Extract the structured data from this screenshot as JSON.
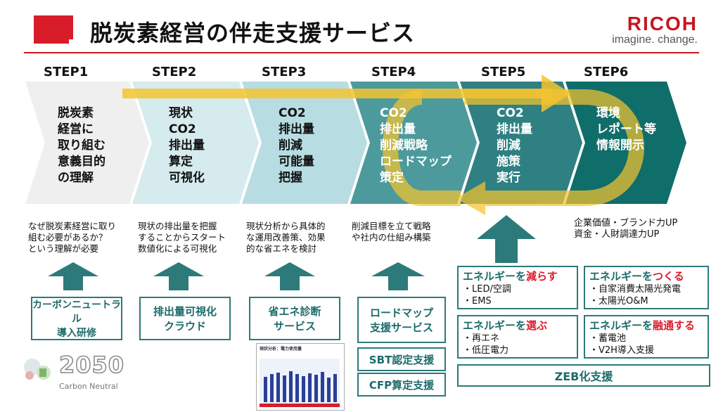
{
  "header": {
    "title": "脱炭素経営の伴走支援サービス",
    "logo_word": "RICOH",
    "logo_tagline": "imagine. change."
  },
  "steps": [
    {
      "label": "STEP1",
      "chevron_text": "脱炭素\n経営に\n取り組む\n意義目的\nの理解",
      "description": "なぜ脱炭素経営に取り\n組む必要があるか？\nという理解が必要",
      "service": "カーボンニュートラル\n導入研修"
    },
    {
      "label": "STEP2",
      "chevron_text": "現状\nCO2\n排出量\n算定\n可視化",
      "description": "現状の排出量を把握\nすることからスタート\n数値化による可視化",
      "service": "排出量可視化\nクラウド"
    },
    {
      "label": "STEP3",
      "chevron_text": "CO2\n排出量\n削減\n可能量\n把握",
      "description": "現状分析から具体的\nな運用改善策、効果\n的な省エネを検討",
      "service": "省エネ診断\nサービス"
    },
    {
      "label": "STEP4",
      "chevron_text": "CO2\n排出量\n削減戦略\nロードマップ\n策定",
      "description": "削減目標を立て戦略\nや社内の仕組み構築",
      "service": "ロードマップ\n支援サービス"
    },
    {
      "label": "STEP5",
      "chevron_text": "CO2\n排出量\n削減\n施策\n実行",
      "description": "",
      "service": ""
    },
    {
      "label": "STEP6",
      "chevron_text": "環境\nレポート等\n情報開示",
      "description": "企業価値・ブランド力UP\n資金・人財調達力UP",
      "service": ""
    }
  ],
  "step4_extra": [
    "SBT認定支援",
    "CFP算定支援"
  ],
  "energy_boxes": [
    {
      "pre": "エネルギーを",
      "hl": "減らす",
      "post": "",
      "items": [
        "・LED/空調",
        "・EMS"
      ]
    },
    {
      "pre": "エネルギーを",
      "hl": "つくる",
      "post": "",
      "items": [
        "・自家消費太陽光発電",
        "・太陽光O&M"
      ]
    },
    {
      "pre": "エネルギーを",
      "hl": "選ぶ",
      "post": "",
      "items": [
        "・再エネ",
        "・低圧電力"
      ]
    },
    {
      "pre": "エネルギーを",
      "hl": "融通する",
      "post": "",
      "items": [
        "・蓄電池",
        "・V2H導入支援"
      ]
    }
  ],
  "zeb_label": "ZEB化支援",
  "badge": {
    "year": "2050",
    "caption": "Carbon Neutral"
  },
  "thumbnail": {
    "title": "現状分析：電力使用量"
  },
  "colors": {
    "brand_red": "#c8161f",
    "teal_dark": "#0f6d6a",
    "teal_mid": "#4d9a9c",
    "yellow": "#f4c430"
  },
  "icons": {
    "up_arrow": "up-arrow-icon",
    "cycle_arrow": "cycle-arrow-icon"
  }
}
